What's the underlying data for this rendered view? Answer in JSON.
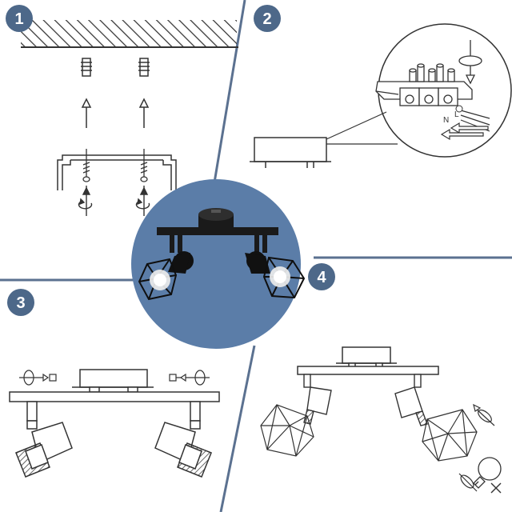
{
  "colors": {
    "divider": "#5b7190",
    "circle": "#5b7da8",
    "badge": "#4d6889",
    "ink": "#333333"
  },
  "steps": [
    {
      "number": "1"
    },
    {
      "number": "2"
    },
    {
      "number": "3"
    },
    {
      "number": "4"
    }
  ],
  "wiring": {
    "labels": [
      "L",
      "N"
    ]
  },
  "icons": [
    "ceiling",
    "wall-plug",
    "screw",
    "up-arrow",
    "rotate-arrow",
    "terminal-block",
    "screwdriver",
    "spotlight",
    "cage-shade",
    "light-bulb",
    "cross-mark"
  ]
}
